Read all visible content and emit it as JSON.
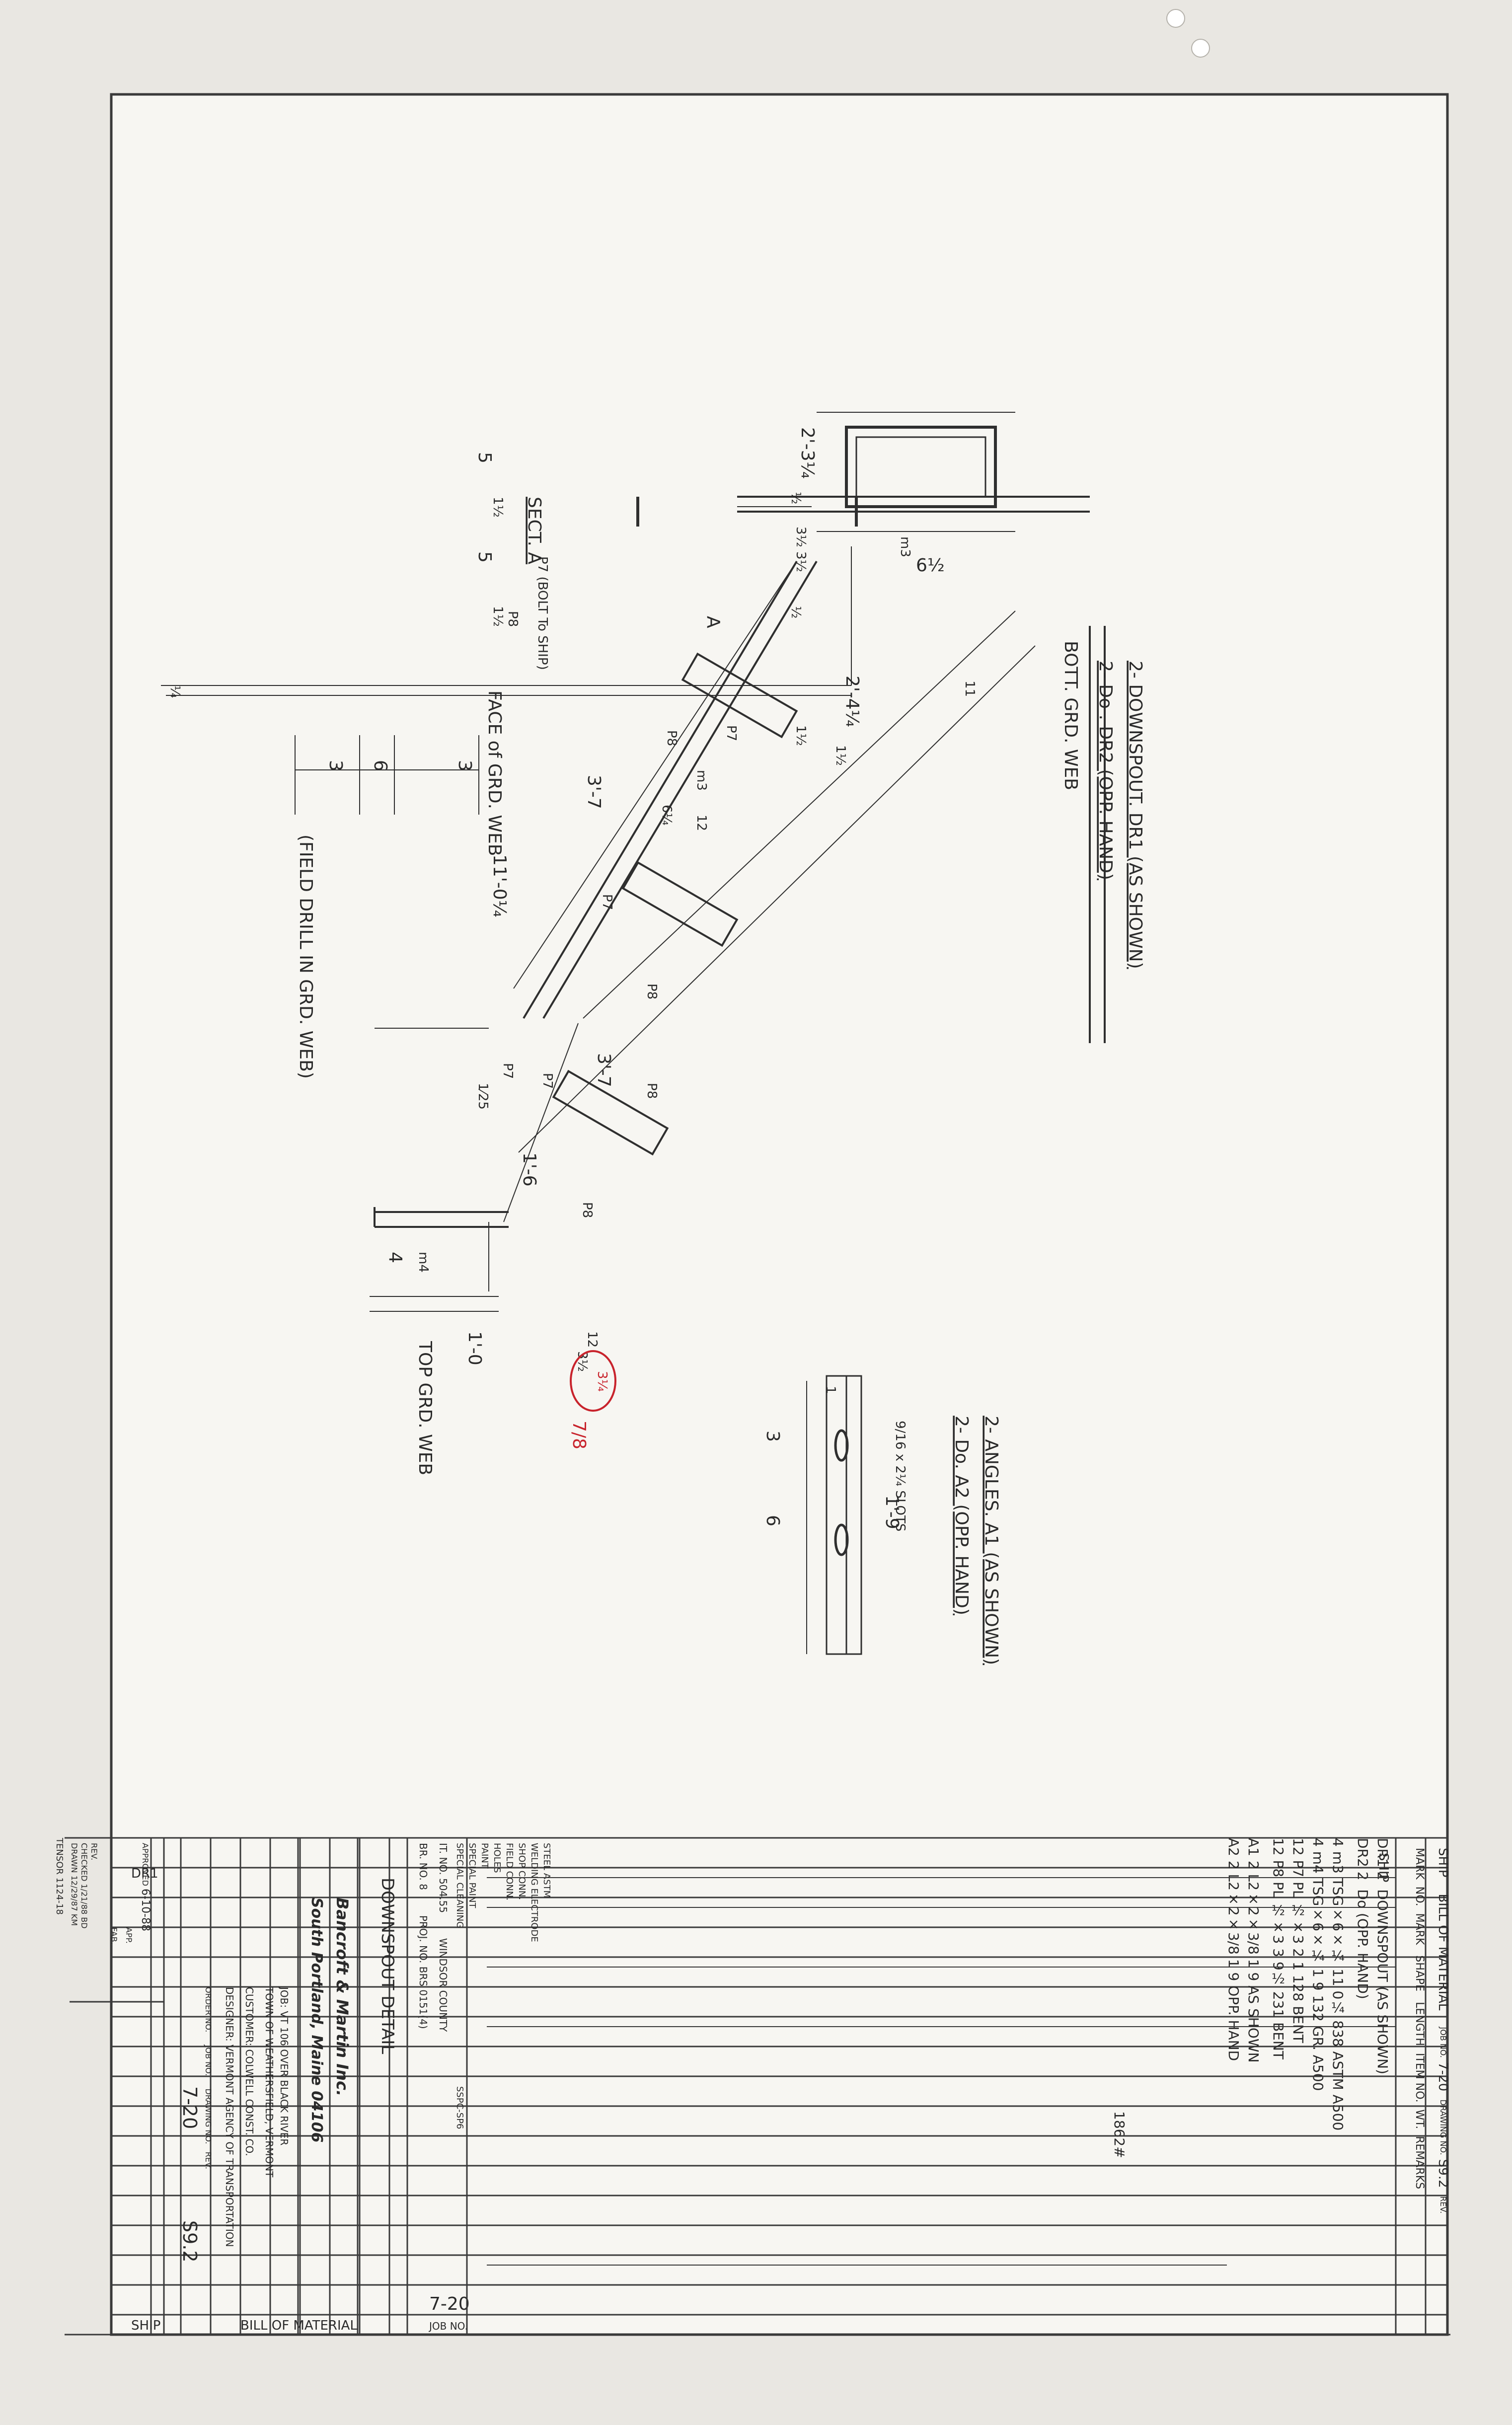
{
  "drawing": {
    "section_label": "SECT. A",
    "bott_grd_web": "BOTT. GRD. WEB",
    "face_grd_web": "FACE of GRD. WEB",
    "field_drill": "(FIELD DRILL IN GRD. WEB)",
    "bolt_to_ship": "P7 (BOLT To SHIP)",
    "top_grd_web": "TOP GRD. WEB",
    "section_cut_mark": "A",
    "dim_6half": "6½",
    "dim_2_3q": "2'-3¼",
    "dim_3half_a": "3½",
    "dim_3half_b": "3½",
    "dim_half_a": "½",
    "dim_half_b": "½",
    "dim_1half_a": "1½",
    "dim_1half_b": "1½",
    "dim_5a": "5",
    "dim_5b": "5",
    "dim_3a": "3",
    "dim_6": "6",
    "dim_3b": "3",
    "dim_1q": "¼",
    "dim_11": "11",
    "dim_2_4q": "2'-4¼",
    "dim_3_7a": "3'-7",
    "dim_3_7b": "3'-7",
    "dim_11_0q": "11'-0¼",
    "dim_1_6": "1'-6",
    "dim_4": "4",
    "dim_1_0": "1'-0",
    "dim_1h_1": "1½",
    "dim_1h_2": "1½",
    "slope_12": "12",
    "slope_6q": "6¼",
    "slope2_12": "12",
    "slope2_3h": "3½",
    "slope_red": "3¼",
    "red_78": "7/8",
    "mark_m3_sect": "m3",
    "mark_m3": "m3",
    "mark_m4": "m4",
    "mark_p7a": "P7",
    "mark_p7b": "P7",
    "mark_p7c": "P7",
    "mark_p7d": "P7",
    "mark_p8a": "P8",
    "mark_p8b": "P8",
    "mark_p8c": "P8",
    "mark_p8d": "P8",
    "mark_p8e": "P8",
    "weld_125": "1⁄25",
    "angle_dim_3": "3",
    "angle_dim_6": "6",
    "angle_dim_1_9": "1'-9",
    "angle_dim_1": "1",
    "slots": "9/16 x 2¼ SLOTS",
    "title_downspout_1": "2- DOWNSPOUT. DR1 (AS SHOWN)",
    "title_downspout_2": "2-      Do      . DR2  (OPP. HAND)",
    "title_angles_1": "2- ANGLES. A1 (AS SHOWN)",
    "title_angles_2": "2-      Do.      A2  (OPP. HAND)"
  },
  "bom": {
    "ship": "SHIP",
    "title": "BILL OF MATERIAL",
    "job_no_label": "JOB NO.",
    "job_no": "7-20",
    "drawing_no_label": "DRAWING NO.",
    "drawing_no": "S9.2",
    "rev_label": "REV.",
    "headers": [
      "MARK",
      "NO.",
      "MARK",
      "SHAPE",
      "LENGTH",
      "ITEM NO.",
      "WT.",
      "REMARKS"
    ],
    "rows": [
      {
        "mark": "DR1",
        "no": "2",
        "sub": "",
        "shape": "DOWNSPOUT",
        "length": "(AS SHOWN)",
        "item": "",
        "wt": "",
        "remarks": ""
      },
      {
        "mark": "DR2",
        "no": "2",
        "sub": "",
        "shape": "Do",
        "length": "(OPP. HAND)",
        "item": "",
        "wt": "",
        "remarks": ""
      },
      {
        "mark": "",
        "no": "4",
        "sub": "m3",
        "shape": "TSG×6×¼",
        "length": "11 0¼",
        "item": "",
        "wt": "838",
        "remarks": "ASTM A500"
      },
      {
        "mark": "",
        "no": "4",
        "sub": "m4",
        "shape": "TSG×6×¼",
        "length": "1 9",
        "item": "",
        "wt": "132",
        "remarks": "GR. A500"
      },
      {
        "mark": "",
        "no": "12",
        "sub": "P7",
        "shape": "PL ½×3",
        "length": "2 1",
        "item": "",
        "wt": "128",
        "remarks": "BENT"
      },
      {
        "mark": "",
        "no": "12",
        "sub": "P8",
        "shape": "PL ½×3",
        "length": "3 9½",
        "item": "",
        "wt": "231",
        "remarks": "BENT"
      },
      {
        "mark": "A1",
        "no": "2",
        "sub": "",
        "shape": "L2×2×3/8",
        "length": "1 9",
        "item": "",
        "wt": "",
        "remarks": "AS SHOWN"
      },
      {
        "mark": "A2",
        "no": "2",
        "sub": "",
        "shape": "L2×2×3/8",
        "length": "1 9",
        "item": "",
        "wt": "",
        "remarks": "OPP. HAND"
      }
    ],
    "total_weight": "1862#"
  },
  "titleblock": {
    "steel_astm": "STEEL ASTM",
    "welding_electrode": "WELDING ELECTRODE",
    "shop_conn": "SHOP CONN.",
    "field_conn": "FIELD CONN.",
    "holes": "HOLES",
    "paint": "PAINT",
    "special_paint": "SPECIAL PAINT",
    "special_cleaning": "SPECIAL CLEANING",
    "spec_code": "SSPC-SP6",
    "it_no_label": "IT. NO.",
    "it_no": "504.55",
    "br_no_label": "BR. NO.",
    "br_no": "8",
    "county": "WINDSOR COUNTY",
    "proj_no_label": "PROJ. NO.",
    "proj_no": "BRS 0151(4)",
    "detail_title": "DOWNSPOUT DETAIL",
    "company": "Bancroft & Martin Inc.",
    "city": "South Portland, Maine 04106",
    "job_label": "JOB:",
    "job": "VT 106 OVER BLACK RIVER",
    "town": "TOWN OF WEATHERSFIELD, VERMONT",
    "customer_label": "CUSTOMER:",
    "customer": "COLWELL CONST. CO.",
    "designer_label": "DESIGNER:",
    "designer": "VERMONT AGENCY OF TRANSPORTATION",
    "order_no_label": "ORDER NO.",
    "job_no_label": "JOB NO.",
    "job_no": "7-20",
    "drawing_no_label": "DRAWING NO.",
    "drawing_no": "S9.2",
    "rev_label": "REV.",
    "approved_label": "APPROVED",
    "approved": "6-10-88",
    "app_label": "APP.",
    "fab_label": "FAB.",
    "rev_row": "REV.",
    "checked_label": "CHECKED",
    "checked_date": "1/21/88",
    "checked_by": "BD",
    "drawn_label": "DRAWN",
    "drawn_date": "12/29/87",
    "drawn_by": "KM",
    "tensor": "TENSOR 1124-18"
  }
}
